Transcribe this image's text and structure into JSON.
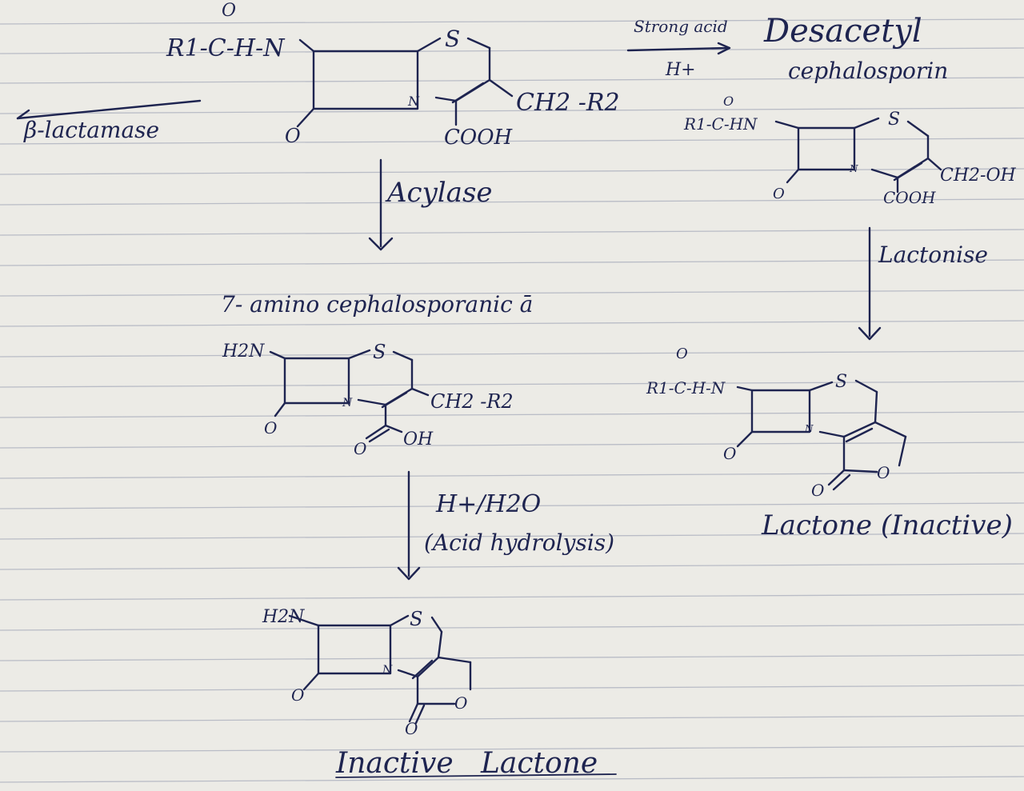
{
  "reagents": {
    "beta_lactamase": "β-lactamase",
    "strong_acid": "Strong acid",
    "h_plus": "H+",
    "acylase": "Acylase",
    "lactonise": "Lactonise",
    "acid_h2o": "H+/H2O",
    "acid_hydrolysis": "(Acid hydrolysis)"
  },
  "names": {
    "desacetyl_line1": "Desacetyl",
    "desacetyl_line2": "cephalosporin",
    "seven_aca": "7- amino cephalosporanic ā",
    "lactone_inactive": "Lactone (Inactive)",
    "inactive_lactone": "Inactive   Lactone"
  },
  "atoms": {
    "r1": "R1",
    "r1_carbonyl": "R1-C-HN",
    "r1_cc": "R1-C-H-N",
    "carbonyl_o": "O",
    "s": "S",
    "n": "N",
    "o": "O",
    "cooh": "COOH",
    "oh": "OH",
    "ch2_r2": "CH2 -R2",
    "ch2_oh": "CH2-OH",
    "h2n": "H2N"
  },
  "colors": {
    "ink": "#1e2450",
    "paper": "#ecebe6",
    "rule": "#b9bcc6"
  }
}
